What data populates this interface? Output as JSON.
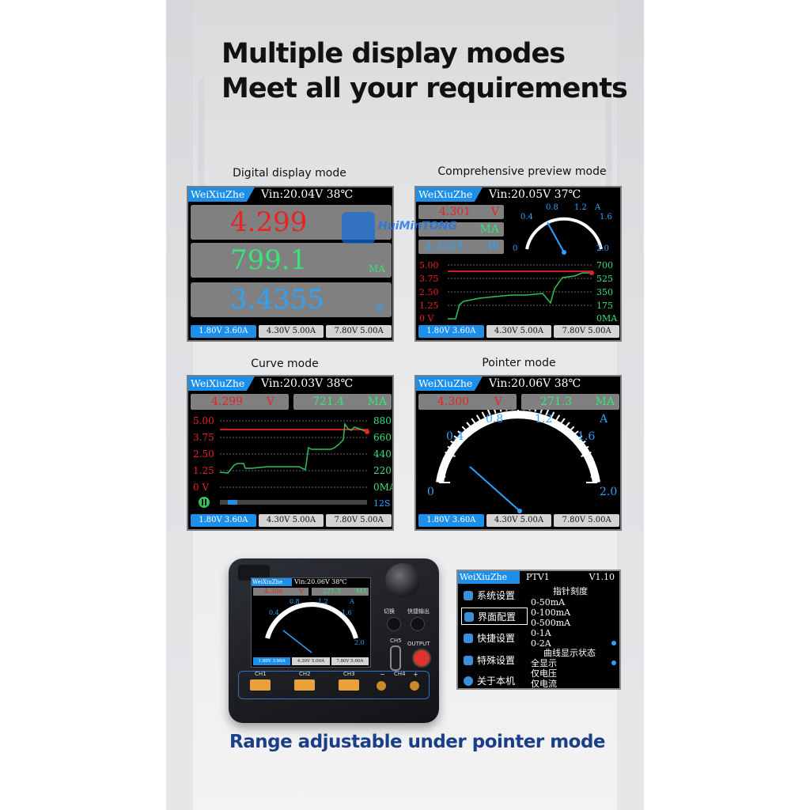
{
  "headline": {
    "line1": "Multiple display modes",
    "line2": "Meet all your requirements"
  },
  "footer_text": "Range adjustable under pointer mode",
  "watermark": {
    "text1": "HuiMin",
    "text2": "TONG"
  },
  "modes": {
    "digital": {
      "caption": "Digital display mode",
      "brand": "WeiXiuZhe",
      "vin": "Vin:20.04V 38℃",
      "voltage": "4.299",
      "current": "799.1",
      "current_unit": "MA",
      "power": "3.4355",
      "power_unit": "W",
      "presets": [
        "1.80V 3.60A",
        "4.30V 5.00A",
        "7.80V 5.00A"
      ]
    },
    "preview": {
      "caption": "Comprehensive preview mode",
      "brand": "WeiXiuZhe",
      "vin": "Vin:20.05V 37℃",
      "voltage": "4.301",
      "voltage_unit": "V",
      "current_unit": "MA",
      "power": "2.3355",
      "power_unit": "W",
      "gauge_labels": [
        "0",
        "0.4",
        "0.8",
        "1.2",
        "1.6",
        "2.0"
      ],
      "gauge_unit": "A",
      "y_left": [
        "5.00",
        "3.75",
        "2.50",
        "1.25",
        "0 V"
      ],
      "y_right": [
        "700",
        "525",
        "350",
        "175",
        "0MA"
      ],
      "presets": [
        "1.80V 3.60A",
        "4.30V 5.00A",
        "7.80V 5.00A"
      ]
    },
    "curve": {
      "caption": "Curve mode",
      "brand": "WeiXiuZhe",
      "vin": "Vin:20.03V 38℃",
      "voltage": "4.299",
      "voltage_unit": "V",
      "current": "721.4",
      "current_unit": "MA",
      "y_left": [
        "5.00",
        "3.75",
        "2.50",
        "1.25",
        "0 V"
      ],
      "y_right": [
        "880",
        "660",
        "440",
        "220",
        "0MA"
      ],
      "time": "12S",
      "presets": [
        "1.80V 3.60A",
        "4.30V 5.00A",
        "7.80V 5.00A"
      ]
    },
    "pointer": {
      "caption": "Pointer mode",
      "brand": "WeiXiuZhe",
      "vin": "Vin:20.06V 38℃",
      "voltage": "4.300",
      "voltage_unit": "V",
      "current": "271.3",
      "current_unit": "MA",
      "gauge_labels": [
        "0",
        "0.4",
        "0.8",
        "1.2",
        "1.6",
        "2.0"
      ],
      "gauge_unit": "A",
      "presets": [
        "1.80V 3.60A",
        "4.30V 5.00A",
        "7.80V 5.00A"
      ]
    }
  },
  "device": {
    "brand": "WeiXiuZhe",
    "vin": "Vin:20.06V 38℃",
    "voltage": "4.300",
    "voltage_unit": "V",
    "current": "271.3",
    "current_unit": "MA",
    "gauge_labels": [
      "0.4",
      "0.8",
      "1.2",
      "1.6",
      "2.0"
    ],
    "gauge_unit": "A",
    "presets": [
      "1.80V 3.60A",
      "4.30V 5.00A",
      "7.80V 5.00A"
    ],
    "switch_label": "切换",
    "quick_label": "快捷输出",
    "ch5": "CH5",
    "output": "OUTPUT",
    "ports": [
      "CH1",
      "CH2",
      "CH3"
    ],
    "ch4": "CH4",
    "minus": "−",
    "plus": "+"
  },
  "menu": {
    "brand": "WeiXiuZhe",
    "model": "PTV1",
    "version": "V1.10",
    "items": [
      "系统设置",
      "界面配置",
      "快捷设置",
      "特殊设置",
      "关于本机"
    ],
    "section1": "指针刻度",
    "options1": [
      "0-50mA",
      "0-100mA",
      "0-500mA",
      "0-1A",
      "0-2A"
    ],
    "section2": "曲线显示状态",
    "options2": [
      "全显示",
      "仅电压",
      "仅电流"
    ]
  }
}
